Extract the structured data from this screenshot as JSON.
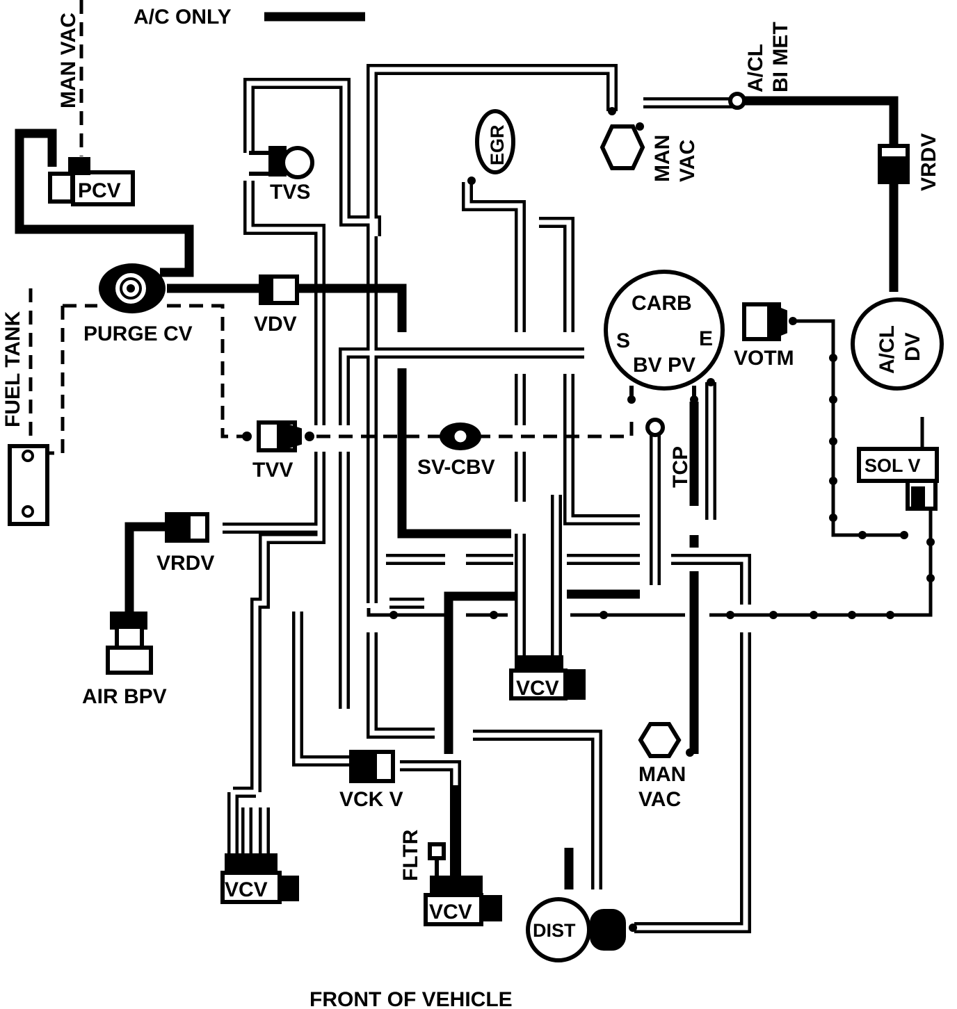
{
  "title": "FRONT OF VEHICLE",
  "legend": {
    "label": "A/C ONLY"
  },
  "labels": {
    "man_vac_top": "MAN VAC",
    "pcv": "PCV",
    "tvs": "TVS",
    "egr": "EGR",
    "acl_bi_met_1": "A/CL",
    "acl_bi_met_2": "BI MET",
    "man_vac_right_1": "MAN",
    "man_vac_right_2": "VAC",
    "vrdv_right": "VRDV",
    "purge_cv": "PURGE CV",
    "vdv": "VDV",
    "fuel_tank": "FUEL TANK",
    "carb": "CARB",
    "carb_s": "S",
    "carb_e": "E",
    "carb_bv_pv": "BV PV",
    "votm": "VOTM",
    "acl_dv_1": "A/CL",
    "acl_dv_2": "DV",
    "tvv": "TVV",
    "sv_cbv": "SV-CBV",
    "tcp": "TCP",
    "sol_v": "SOL V",
    "vrdv_left": "VRDV",
    "air_bpv": "AIR BPV",
    "vcv_center": "VCV",
    "vck_v": "VCK V",
    "fltr": "FLTR",
    "man_vac_bottom_1": "MAN",
    "man_vac_bottom_2": "VAC",
    "vcv_left": "VCV",
    "vcv_mid": "VCV",
    "dist": "DIST"
  }
}
